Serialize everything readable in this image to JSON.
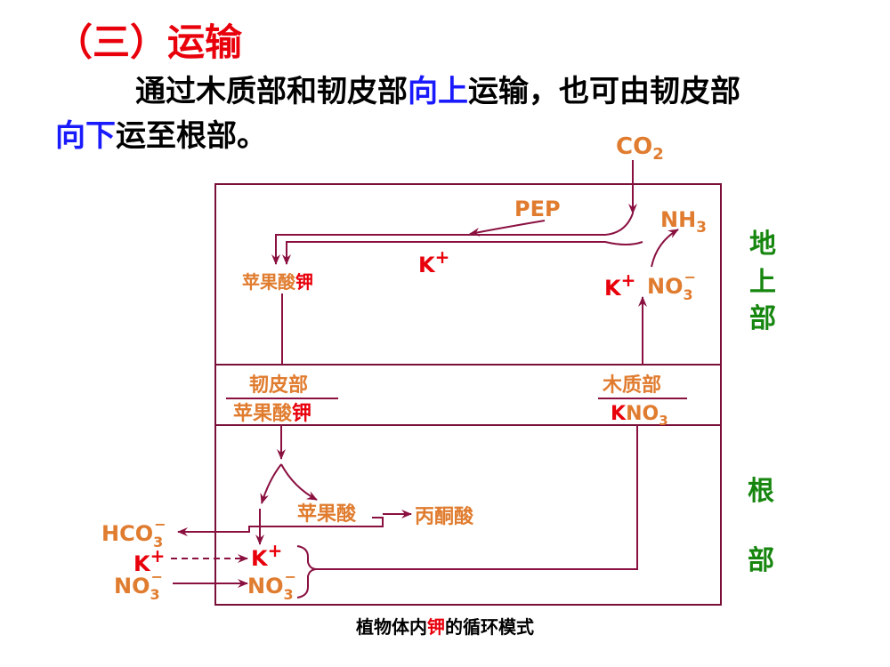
{
  "slide": {
    "title": "（三）运输",
    "text_part1": "通过木质部和韧皮部",
    "text_up": "向上",
    "text_part2": "运输，也可由韧皮部",
    "text_down": "向下",
    "text_part3": "运至根部。"
  },
  "diagram": {
    "co2": "CO",
    "co2_sub": "2",
    "pep": "PEP",
    "nh3": "NH",
    "nh3_sub": "3",
    "k_plus_top": "K",
    "plus": "+",
    "malate_k_top_a": "苹果酸",
    "malate_k_top_b": "钾",
    "k_plus_right": "K",
    "no3_right": "NO",
    "sub3": "3",
    "minus": "−",
    "region_shoot": [
      "地",
      "上",
      "部"
    ],
    "phloem_label": "韧皮部",
    "phloem_content_a": "苹果酸",
    "phloem_content_b": "钾",
    "xylem_label": "木质部",
    "xylem_content_k": "K",
    "xylem_content_no3": "NO",
    "malic_acid": "苹果酸",
    "pyruvate": "丙酮酸",
    "hco3": "HCO",
    "k_plus_root_left": "K",
    "no3_root_left": "NO",
    "k_plus_root": "K",
    "no3_root": "NO",
    "region_root": [
      "根",
      "部"
    ],
    "caption_a": "植物体内",
    "caption_b": "钾",
    "caption_c": "的循环模式"
  }
}
